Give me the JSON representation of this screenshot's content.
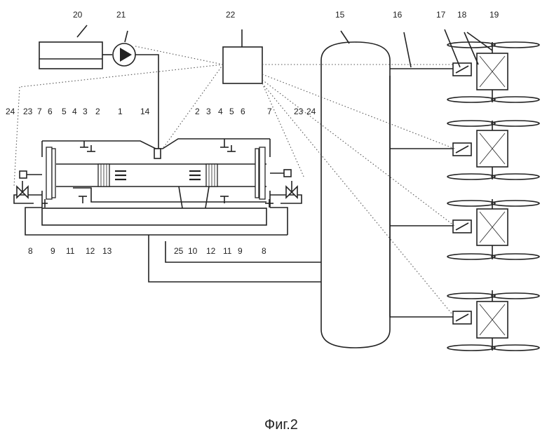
{
  "figure": {
    "caption": "Фиг.2",
    "labels": {
      "l1": "1",
      "l2": "2",
      "l3": "3",
      "l4": "4",
      "l5": "5",
      "l6": "6",
      "l7": "7",
      "l8": "8",
      "l9": "9",
      "l10": "10",
      "l11": "11",
      "l12": "12",
      "l13": "13",
      "l14": "14",
      "l15": "15",
      "l16": "16",
      "l17": "17",
      "l18": "18",
      "l19": "19",
      "l20": "20",
      "l21": "21",
      "l22": "22",
      "l23": "23",
      "l24": "24",
      "l25": "25"
    }
  }
}
